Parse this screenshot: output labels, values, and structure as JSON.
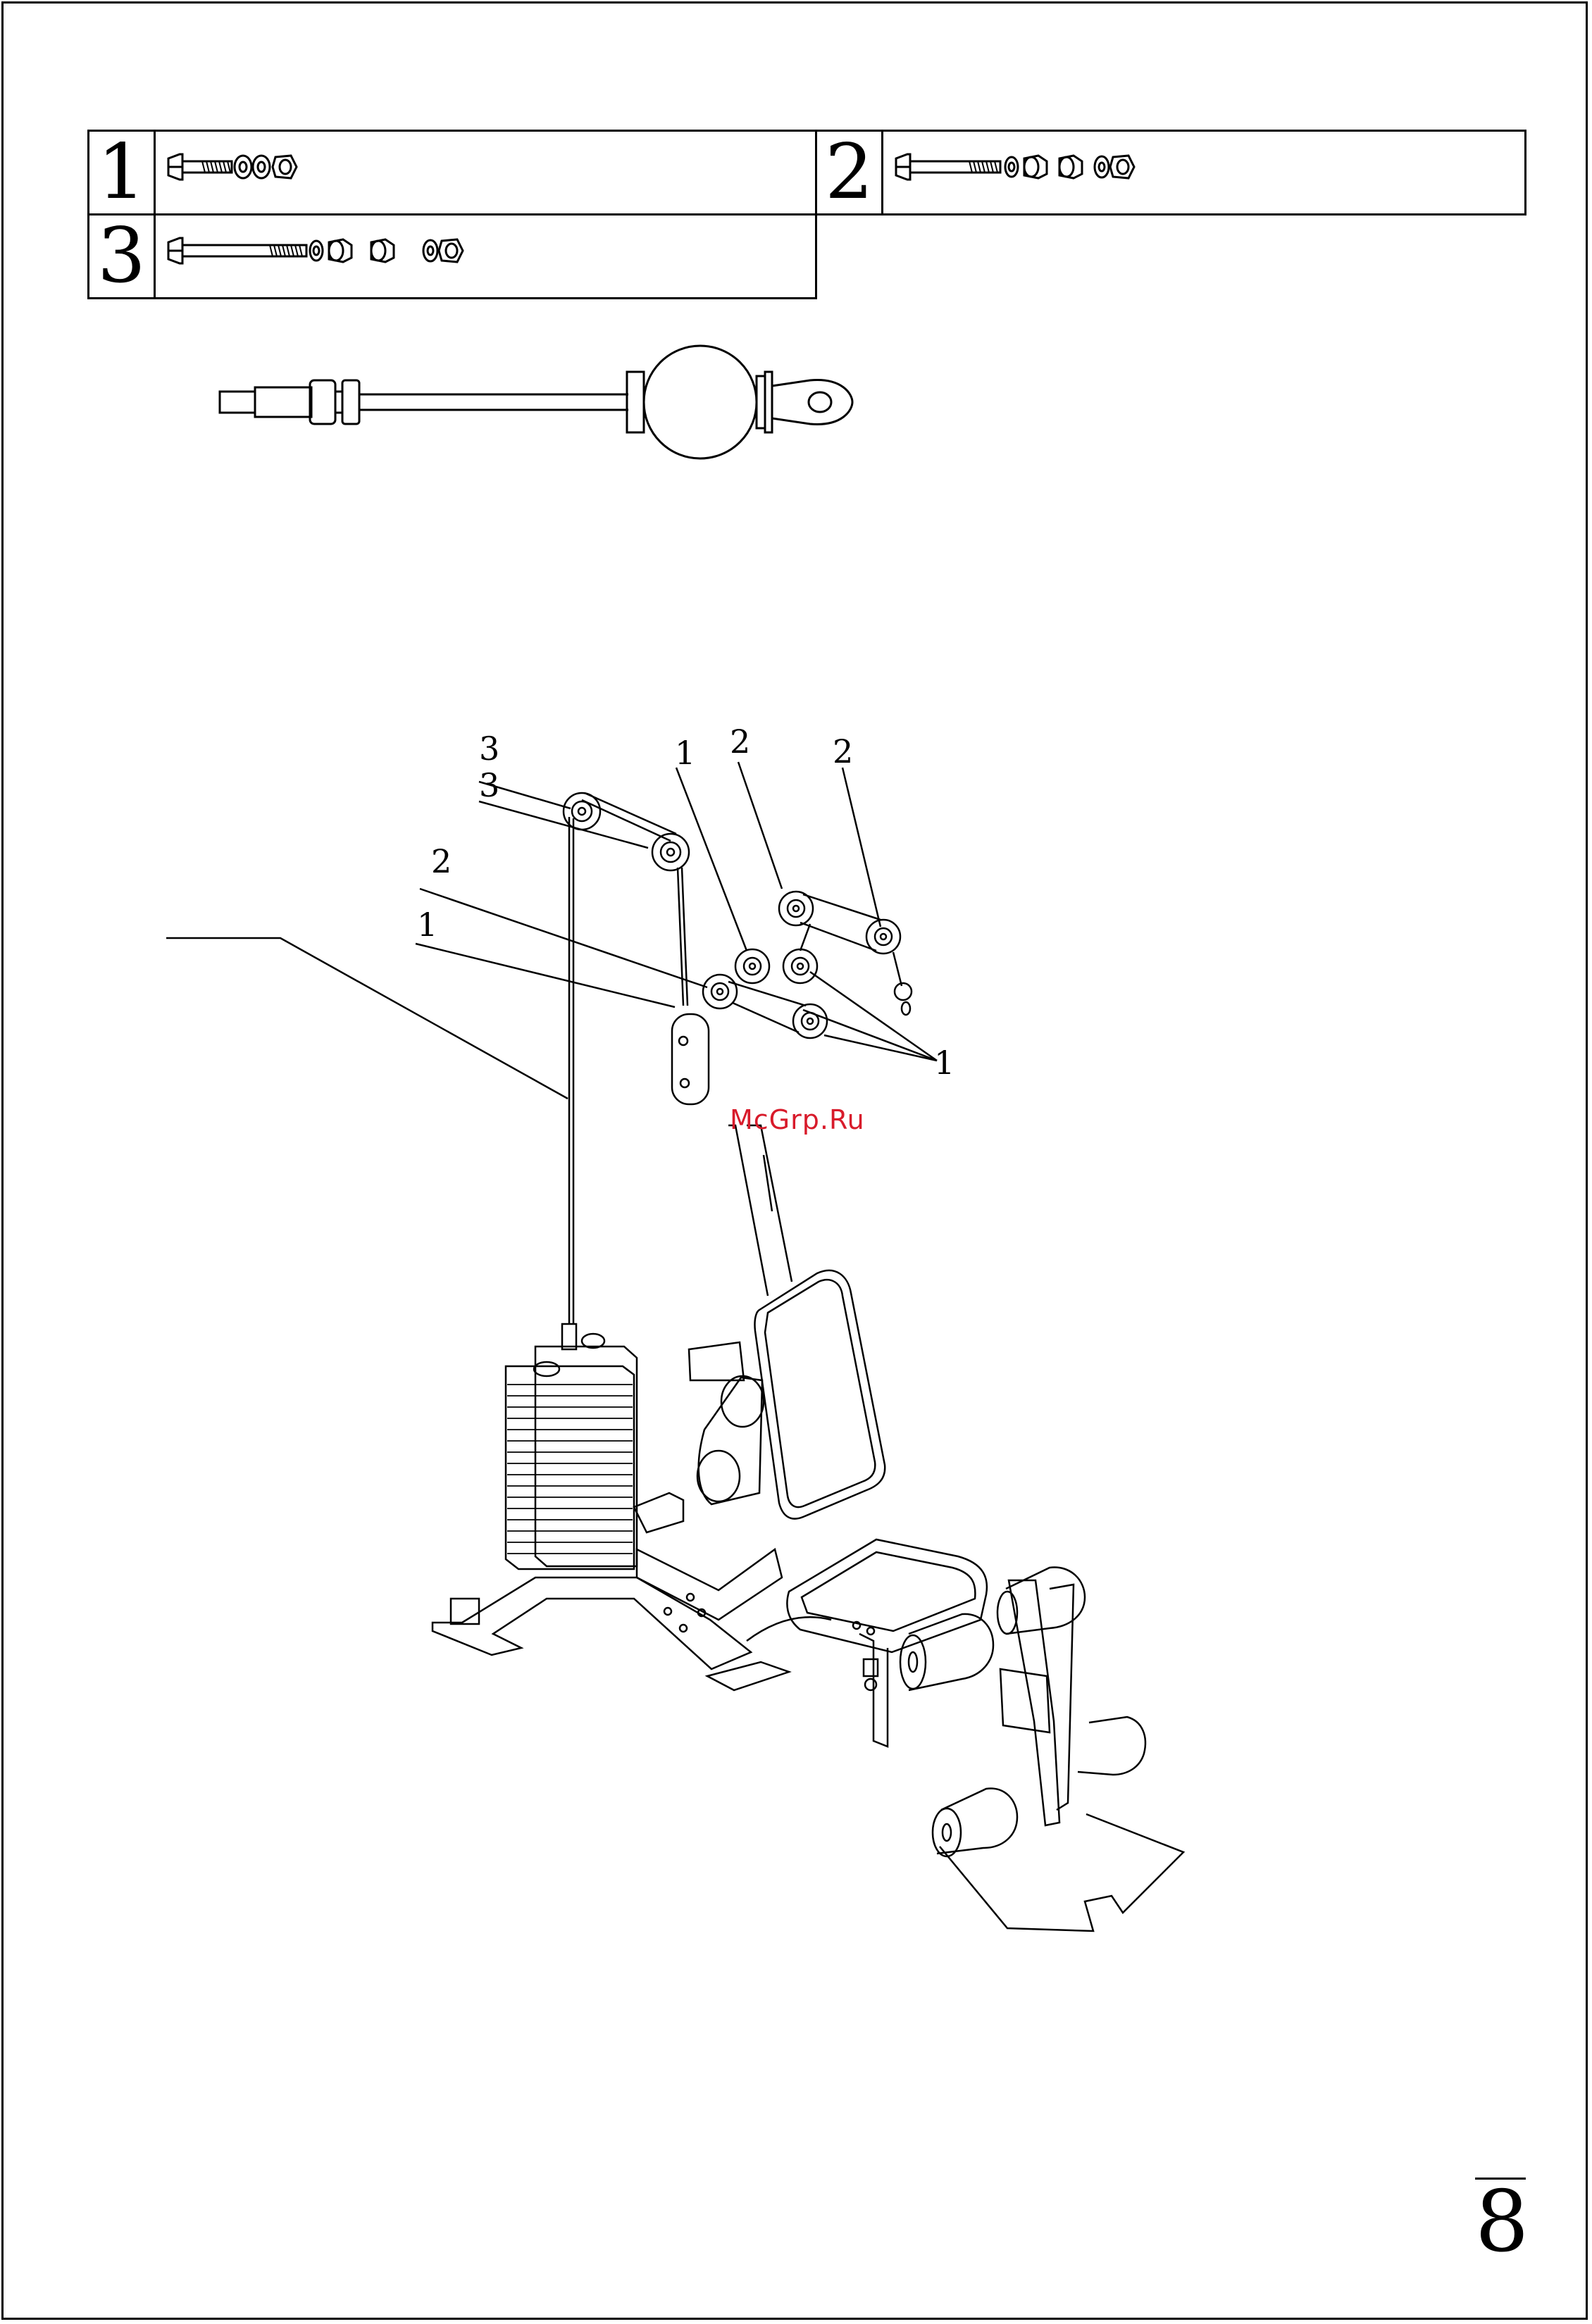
{
  "hardware": [
    {
      "number": "1",
      "parts": [
        "bolt-short",
        "washer",
        "washer",
        "nut"
      ]
    },
    {
      "number": "2",
      "parts": [
        "bolt-medium",
        "washer",
        "bushing",
        "bushing",
        "washer",
        "nut"
      ]
    },
    {
      "number": "3",
      "parts": [
        "bolt-long",
        "washer",
        "bushing",
        "bushing",
        "washer",
        "nut"
      ]
    }
  ],
  "callouts": {
    "top_left_a": "3",
    "top_left_b": "3",
    "mid_left_a": "2",
    "mid_left_b": "1",
    "top_mid_a": "1",
    "top_mid_b": "2",
    "top_right": "2",
    "right": "1"
  },
  "watermark": "McGrp.Ru",
  "page_number": "8"
}
